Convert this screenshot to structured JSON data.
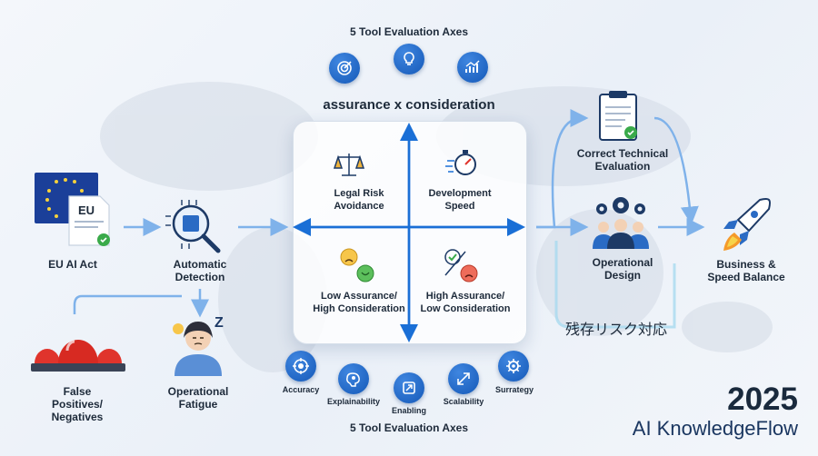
{
  "top_axes": {
    "title": "5 Tool Evaluation Axes"
  },
  "bottom_axes": {
    "title": "5 Tool Evaluation Axes",
    "items": [
      {
        "label": "Accuracy",
        "icon": "target-icon"
      },
      {
        "label": "Explainability",
        "icon": "brain-icon"
      },
      {
        "label": "Enabling",
        "icon": "enable-icon"
      },
      {
        "label": "Scalability",
        "icon": "expand-icon"
      },
      {
        "label": "Surrategy",
        "icon": "gear-icon"
      }
    ]
  },
  "matrix": {
    "title": "assurance x consideration",
    "quadrants": {
      "top_left": "Legal Risk\nAvoidance",
      "top_right": "Development\nSpeed",
      "bottom_left": "Low Assurance/\nHigh Consideration",
      "bottom_right": "High Assurance/\nLow Consideration"
    }
  },
  "flow": {
    "eu_doc_text": "EU",
    "eu_act": "EU AI Act",
    "auto_detect": "Automatic\nDetection",
    "false_pos": "False\nPositives/\nNegatives",
    "fatigue": "Operational\nFatigue",
    "fatigue_zz": "Z",
    "correct_eval": "Correct Technical\nEvaluation",
    "op_design": "Operational\nDesign",
    "business": "Business &\nSpeed Balance",
    "residual_risk": "残存リスク対応"
  },
  "brand": {
    "year": "2025",
    "name": "AI KnowledgeFlow"
  },
  "colors": {
    "accent": "#1a6fd6",
    "arrow": "#7fb2ea",
    "red": "#e0342c",
    "green": "#3aaa4a"
  }
}
